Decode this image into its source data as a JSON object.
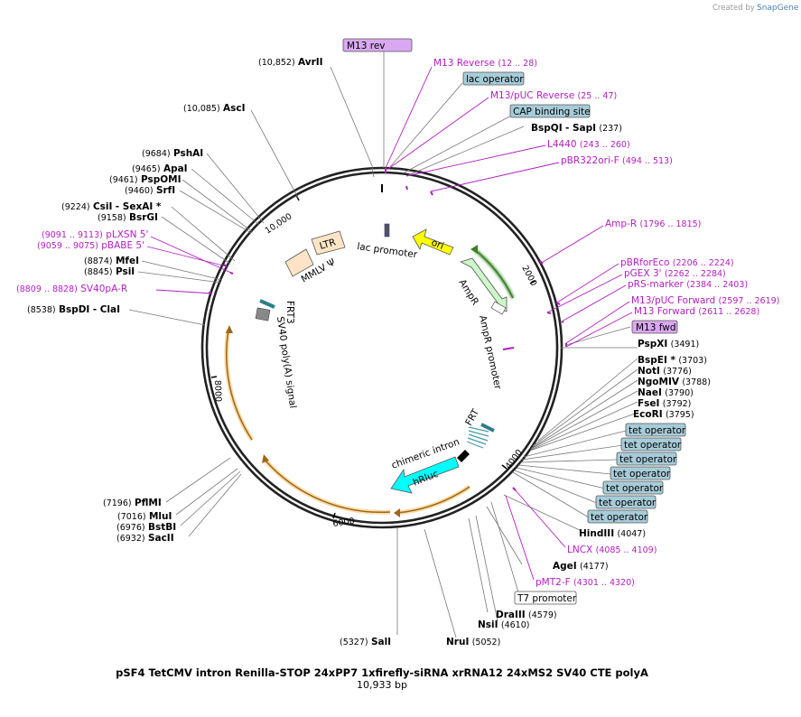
{
  "credit": {
    "prefix": "Created by",
    "brand": "SnapGene"
  },
  "plasmid": {
    "name": "pSF4 TetCMV intron Renilla-STOP 24xPP7 1xfirefly-siRNA xrRNA12 24xMS2 SV40 CTE polyA",
    "length_label": "10,933 bp",
    "length": 10933
  },
  "ticks": [
    {
      "label": "2000",
      "bp": 2000
    },
    {
      "label": "4000",
      "bp": 4000
    },
    {
      "label": "6000",
      "bp": 6000
    },
    {
      "label": "8000",
      "bp": 8000
    },
    {
      "label": "10,000",
      "bp": 10000
    }
  ],
  "features": {
    "lac_promoter": "lac promoter",
    "ori": "ori",
    "ampr": "AmpR",
    "ampr_promoter": "AmpR promoter",
    "ltr": "LTR",
    "mmlv": "MMLV Ψ",
    "frt3": "FRT3",
    "sv40polya": "SV40 poly(A) signal",
    "frt": "FRT",
    "chimeric_intron": "chimeric intron",
    "hrluc": "hRluc"
  },
  "boxed": {
    "m13rev": "M13 rev",
    "lac_operator": "lac operator",
    "cap": "CAP binding site",
    "m13fwd": "M13 fwd",
    "t7": "T7 promoter",
    "tet_operator": "tet operator"
  },
  "enzymes_left": [
    {
      "pos": "(10,852)",
      "name": "AvrII"
    },
    {
      "pos": "(10,085)",
      "name": "AscI"
    },
    {
      "pos": "(9684)",
      "name": "PshAI"
    },
    {
      "pos": "(9465)",
      "name": "ApaI"
    },
    {
      "pos": "(9461)",
      "name": "PspOMI"
    },
    {
      "pos": "(9460)",
      "name": "SrfI"
    },
    {
      "pos": "(9224)",
      "name": "CsiI",
      "extra": "- SexAI *"
    },
    {
      "pos": "(9158)",
      "name": "BsrGI"
    },
    {
      "pos": "(8874)",
      "name": "MfeI"
    },
    {
      "pos": "(8845)",
      "name": "PsiI"
    },
    {
      "pos": "(8538)",
      "name": "BspDI",
      "extra": "- ClaI"
    },
    {
      "pos": "(7196)",
      "name": "PflMI"
    },
    {
      "pos": "(7016)",
      "name": "MluI"
    },
    {
      "pos": "(6976)",
      "name": "BstBI"
    },
    {
      "pos": "(6932)",
      "name": "SacII"
    },
    {
      "pos": "(5327)",
      "name": "SalI"
    }
  ],
  "enzymes_right": [
    {
      "name": "BspQI",
      "extra": "- SapI",
      "pos": "(237)"
    },
    {
      "name": "PspXI",
      "pos": "(3491)"
    },
    {
      "name": "BspEI *",
      "pos": "(3703)"
    },
    {
      "name": "NotI",
      "pos": "(3776)"
    },
    {
      "name": "NgoMIV",
      "pos": "(3788)"
    },
    {
      "name": "NaeI",
      "pos": "(3790)"
    },
    {
      "name": "FseI",
      "pos": "(3792)"
    },
    {
      "name": "EcoRI",
      "pos": "(3795)"
    },
    {
      "name": "HindIII",
      "pos": "(4047)"
    },
    {
      "name": "AgeI",
      "pos": "(4177)"
    },
    {
      "name": "DraIII",
      "pos": "(4579)"
    },
    {
      "name": "NsiI",
      "pos": "(4610)"
    },
    {
      "name": "NruI",
      "pos": "(5052)"
    }
  ],
  "primers": [
    {
      "name": "M13 Reverse",
      "pos": "(12 .. 28)"
    },
    {
      "name": "M13/pUC Reverse",
      "pos": "(25 .. 47)"
    },
    {
      "name": "L4440",
      "pos": "(243 .. 260)"
    },
    {
      "name": "pBR322ori-F",
      "pos": "(494 .. 513)"
    },
    {
      "name": "Amp-R",
      "pos": "(1796 .. 1815)"
    },
    {
      "name": "pBRforEco",
      "pos": "(2206 .. 2224)"
    },
    {
      "name": "pGEX 3'",
      "pos": "(2262 .. 2284)"
    },
    {
      "name": "pRS-marker",
      "pos": "(2384 .. 2403)"
    },
    {
      "name": "M13/pUC Forward",
      "pos": "(2597 .. 2619)"
    },
    {
      "name": "M13 Forward",
      "pos": "(2611 .. 2628)"
    },
    {
      "name": "LNCX",
      "pos": "(4085 .. 4109)"
    },
    {
      "name": "pMT2-F",
      "pos": "(4301 .. 4320)"
    },
    {
      "name": "pLXSN 5'",
      "pos": "(9091 .. 9113)"
    },
    {
      "name": "pBABE 5'",
      "pos": "(9059 .. 9075)"
    },
    {
      "name": "SV40pA-R",
      "pos": "(8809 .. 8828)"
    }
  ],
  "colors": {
    "backbone": "#222222",
    "primer": "#b11fbf",
    "boxed_feature": "#a7ccd9",
    "boxed_highlight": "#d9a8f0",
    "ori": "#ffff00",
    "ampr": "#ccf7c9",
    "hrluc": "#00ffff",
    "ltr": "#fde4c6",
    "orf": "#f5a623"
  }
}
